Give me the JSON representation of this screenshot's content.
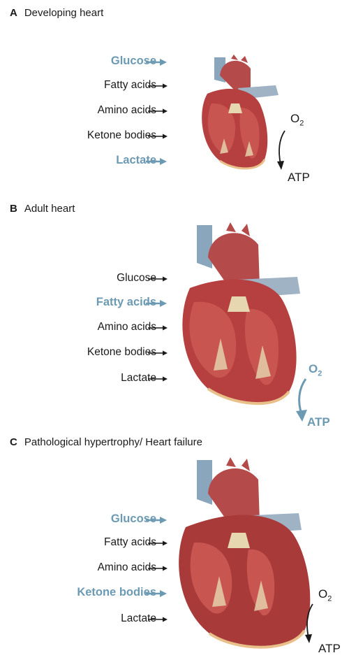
{
  "panels": [
    {
      "letter": "A",
      "title": "Developing heart",
      "substrates": [
        {
          "label": "Glucose",
          "highlight": true
        },
        {
          "label": "Fatty acids",
          "highlight": false
        },
        {
          "label": "Amino acids",
          "highlight": false
        },
        {
          "label": "Ketone bodies",
          "highlight": false
        },
        {
          "label": "Lactate",
          "highlight": true
        }
      ],
      "o2_label": "O",
      "o2_sub": "2",
      "atp_label": "ATP",
      "output_highlight": false
    },
    {
      "letter": "B",
      "title": "Adult heart",
      "substrates": [
        {
          "label": "Glucose",
          "highlight": false
        },
        {
          "label": "Fatty acids",
          "highlight": true
        },
        {
          "label": "Amino acids",
          "highlight": false
        },
        {
          "label": "Ketone bodies",
          "highlight": false
        },
        {
          "label": "Lactate",
          "highlight": false
        }
      ],
      "o2_label": "O",
      "o2_sub": "2",
      "atp_label": "ATP",
      "output_highlight": true
    },
    {
      "letter": "C",
      "title": "Pathological hypertrophy/ Heart failure",
      "substrates": [
        {
          "label": "Glucose",
          "highlight": true
        },
        {
          "label": "Fatty acids",
          "highlight": false
        },
        {
          "label": "Amino acids",
          "highlight": false
        },
        {
          "label": "Ketone bodies",
          "highlight": true
        },
        {
          "label": "Lactate",
          "highlight": false
        }
      ],
      "o2_label": "O",
      "o2_sub": "2",
      "atp_label": "ATP",
      "output_highlight": false
    }
  ],
  "colors": {
    "highlight": "#6c9ab3",
    "normal": "#1a1a1a",
    "myocardium": "#b5403f",
    "aorta": "#b44a4a",
    "vena_cava": "#8aa6bd",
    "valve": "#e6d7b0"
  }
}
